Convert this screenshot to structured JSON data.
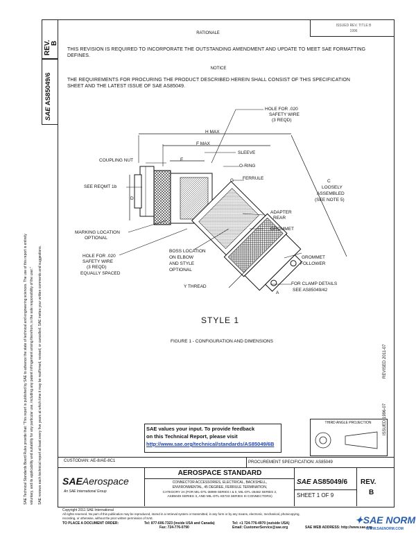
{
  "rev_box": {
    "label": "REV.",
    "value": "B"
  },
  "doc_number_side": "AS85049/6",
  "doc_number_side_prefix": "SAE",
  "header": {
    "issued_line1": "ISSUED  REV. TITLE B",
    "issued_line2": "1996"
  },
  "rationale": {
    "heading": "RATIONALE",
    "text": "THIS REVISION IS REQUIRED TO INCORPORATE THE OUTSTANDING AMENDMENT AND UPDATE TO MEET SAE FORMATTING DEFINES."
  },
  "notice": {
    "heading": "NOTICE",
    "text": "THE REQUIREMENTS FOR PROCURING THE PRODUCT DESCRIBED HEREIN SHALL CONSIST OF THIS SPECIFICATION SHEET AND THE LATEST ISSUE OF SAE AS85049."
  },
  "drawing_labels": {
    "hole_top": "HOLE FOR .020",
    "safety_wire_top": "SAFETY WIRE",
    "reqd_top": "(3 REQD)",
    "h_max": "H MAX",
    "f_max": "F MAX",
    "sleeve": "SLEEVE",
    "coupling_nut": "COUPLING NUT",
    "e": "E",
    "o_ring": "O-RING",
    "ferrule": "FERRULE",
    "see_reqmt": "SEE REQMT 1b",
    "g": "G",
    "d": "D",
    "c_loosely": "C",
    "loosely": "LOOSELY",
    "assembled": "ASSEMBLED",
    "see_note": "(SEE NOTE 5)",
    "adapter": "ADAPTER",
    "rear": "REAR",
    "grommet": "GROMMET",
    "marking_location": "MARKING LOCATION",
    "optional": "OPTIONAL",
    "boss_location": "BOSS LOCATION",
    "on_elbow": "ON ELBOW",
    "and_style": "AND STYLE",
    "optional2": "OPTIONAL",
    "hole_bottom": "HOLE FOR .020",
    "safety_wire_bottom": "SAFETY WIRE",
    "reqd_bottom": "(3 REQD)",
    "equally_spaced": "EQUALLY SPACED",
    "grommet_follower_1": "GROMMET",
    "grommet_follower_2": "FOLLOWER",
    "y_thread": "Y THREAD",
    "a": "A",
    "for_clamp": "FOR CLAMP DETAILS",
    "see_as": "SEE AS85049/42"
  },
  "style_title": "STYLE 1",
  "figure_caption": "FIGURE 1 - CONFIGURATION AND DIMENSIONS",
  "third_angle": "THIRD ANGLE PROJECTION",
  "feedback": {
    "line1": "SAE values your input. To provide feedback",
    "line2": "on this Technical Report, please visit",
    "url": "http://www.sae.org/technical/standards/AS85049/6B"
  },
  "right_edge_text": {
    "revised": "REVISED 2011-07",
    "issued": "ISSUED 1996-07"
  },
  "custodian": "CUSTODIAN: AE-8/AE-8C1",
  "procurement": "PROCUREMENT SPECIFICATION: AS85049",
  "title_block": {
    "logo_sae": "SAE",
    "logo_aero": "Aerospace",
    "logo_sub": "An SAE International Group",
    "standard": "AEROSPACE STANDARD",
    "desc_line1": "CONNECTOR ACCESSORIES, ELECTRICAL, BACKSHELL,",
    "desc_line2": "ENVIRONMENTAL, 45 DEGREE, FERRULE TERMINATION,",
    "desc_line3": "CATEGORY 2A (FOR MIL-DTL-38999 SERIES I & II, MIL-DTL-26482 SERIES 2,",
    "desc_line4": "AS85049 SERIES 3, AND MIL-DTL-83723 SERIES III CONNECTORS)",
    "doc_prefix": "SAE",
    "doc_number": "AS85049/6",
    "sheet": "SHEET 1 OF 9",
    "rev_label": "REV.",
    "rev_value": "B"
  },
  "left_margin": {
    "line1": "SAE Technical Standards Board Rules provide that: \"This report is published by SAE to advance the state of technical and engineering sciences. The use of this report is entirely",
    "line2": "voluntary, and its applicability and suitability for any particular use, including any patent infringement arising therefrom, is the sole responsibility of the user.\"",
    "line3": "SAE reviews each technical report at least every five years at which time it may be reaffirmed, revised, or cancelled. SAE invites your written comments and suggestions."
  },
  "footer": {
    "copyright": "Copyright 2011 SAE International",
    "rights1": "All rights reserved. No part of this publication may be reproduced, stored in a retrieval system or transmitted, in any form or by any means, electronic, mechanical, photocopying,",
    "rights2": "recording, or otherwise, without the prior written permission of SAE.",
    "order_label": "TO PLACE A DOCUMENT ORDER:",
    "tel1": "Tel:  877-606-7323 (inside USA and Canada)",
    "tel2": "Tel:  +1 724-776-4970 (outside USA)",
    "fax": "Fax:  724-776-0790",
    "email": "Email:  CustomerService@sae.org",
    "web": "SAE WEB ADDRESS:  http://www.sae.org"
  },
  "watermark": {
    "text": "SAE NORM",
    "sub": "WWW.SAENORM.COM"
  }
}
